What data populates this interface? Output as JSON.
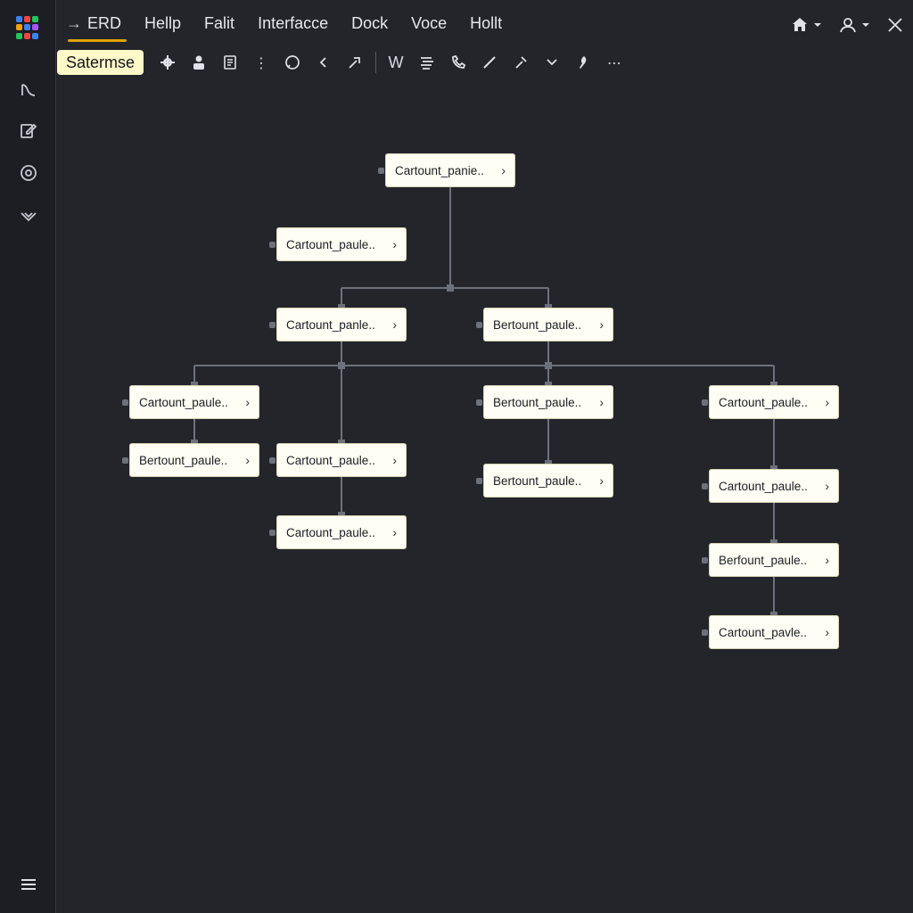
{
  "menu": {
    "items": [
      "ERD",
      "Hellp",
      "Falit",
      "Interfacce",
      "Dock",
      "Voce",
      "Hollt"
    ],
    "active_index": 0
  },
  "toolbar": {
    "mode_label": "Satermse",
    "icons": [
      "gear-icon",
      "user-icon",
      "clipboard-icon",
      "more-vertical-icon",
      "comment-icon",
      "chevron-left-icon",
      "link-arrow-icon",
      "w-icon",
      "list-icon",
      "phone-icon",
      "pen-icon",
      "hammer-icon",
      "chevron-down-icon",
      "feather-icon",
      "more-horizontal-icon"
    ]
  },
  "window_controls": {
    "icons": [
      "home-icon",
      "user-icon",
      "close-icon"
    ]
  },
  "sidebar": {
    "icons": [
      "curve-tool-icon",
      "edit-icon",
      "target-icon",
      "branch-icon"
    ],
    "bottom_icon": "menu-icon"
  },
  "colors": {
    "background": "#23252b",
    "sidebar": "#1c1e23",
    "accent": "#e0a400",
    "chip": "#fff8c8",
    "node": "#fffef4",
    "edge": "#6c717b"
  },
  "diagram": {
    "nodes": [
      {
        "id": "n1",
        "label": "Cartount_panie.."
      },
      {
        "id": "n2",
        "label": "Cartount_paule.."
      },
      {
        "id": "n3",
        "label": "Cartount_panle.."
      },
      {
        "id": "n4",
        "label": "Bertount_paule.."
      },
      {
        "id": "n5",
        "label": "Cartount_paule.."
      },
      {
        "id": "n6",
        "label": "Bertount_paule.."
      },
      {
        "id": "n7",
        "label": "Cartount_paule.."
      },
      {
        "id": "n8",
        "label": "Cartount_paule.."
      },
      {
        "id": "n9",
        "label": "Bertount_paule.."
      },
      {
        "id": "n10",
        "label": "Bertount_paule.."
      },
      {
        "id": "n11",
        "label": "Cartount_paule.."
      },
      {
        "id": "n12",
        "label": "Cartount_paule.."
      },
      {
        "id": "n13",
        "label": "Berfount_paule.."
      },
      {
        "id": "n14",
        "label": "Cartount_pavle.."
      }
    ],
    "edges": [
      [
        "n1",
        "n3"
      ],
      [
        "n1",
        "n4"
      ],
      [
        "n3",
        "n5"
      ],
      [
        "n3",
        "n7"
      ],
      [
        "n3",
        "n9"
      ],
      [
        "n3",
        "n11"
      ],
      [
        "n4",
        "n9"
      ],
      [
        "n4",
        "n11"
      ],
      [
        "n5",
        "n6"
      ],
      [
        "n7",
        "n8"
      ],
      [
        "n9",
        "n10"
      ],
      [
        "n11",
        "n12"
      ],
      [
        "n12",
        "n13"
      ],
      [
        "n13",
        "n14"
      ]
    ]
  }
}
